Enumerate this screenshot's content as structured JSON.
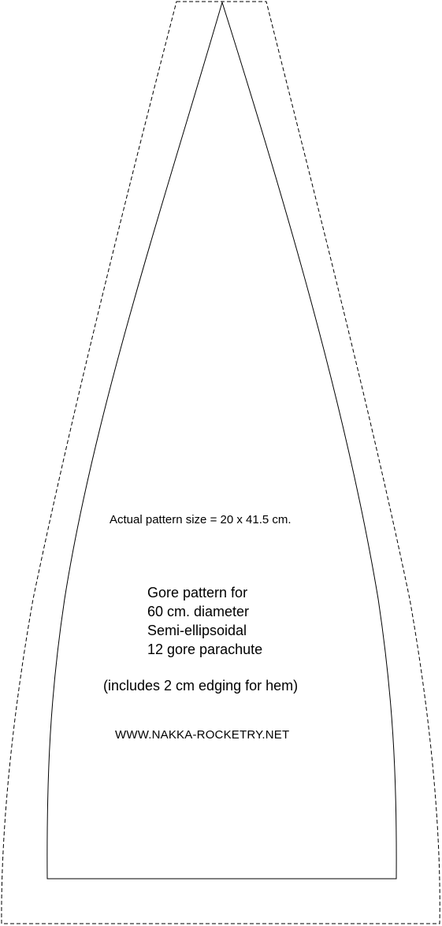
{
  "pattern": {
    "size_note": "Actual pattern size = 20 x 41.5 cm.",
    "description_lines": [
      "Gore pattern for",
      "60 cm. diameter",
      "Semi-ellipsoidal",
      "12 gore parachute"
    ],
    "hem_note": "(includes 2 cm edging for hem)",
    "website": "WWW.NAKKA-ROCKETRY.NET"
  },
  "colors": {
    "line": "#000000",
    "background": "#ffffff"
  }
}
